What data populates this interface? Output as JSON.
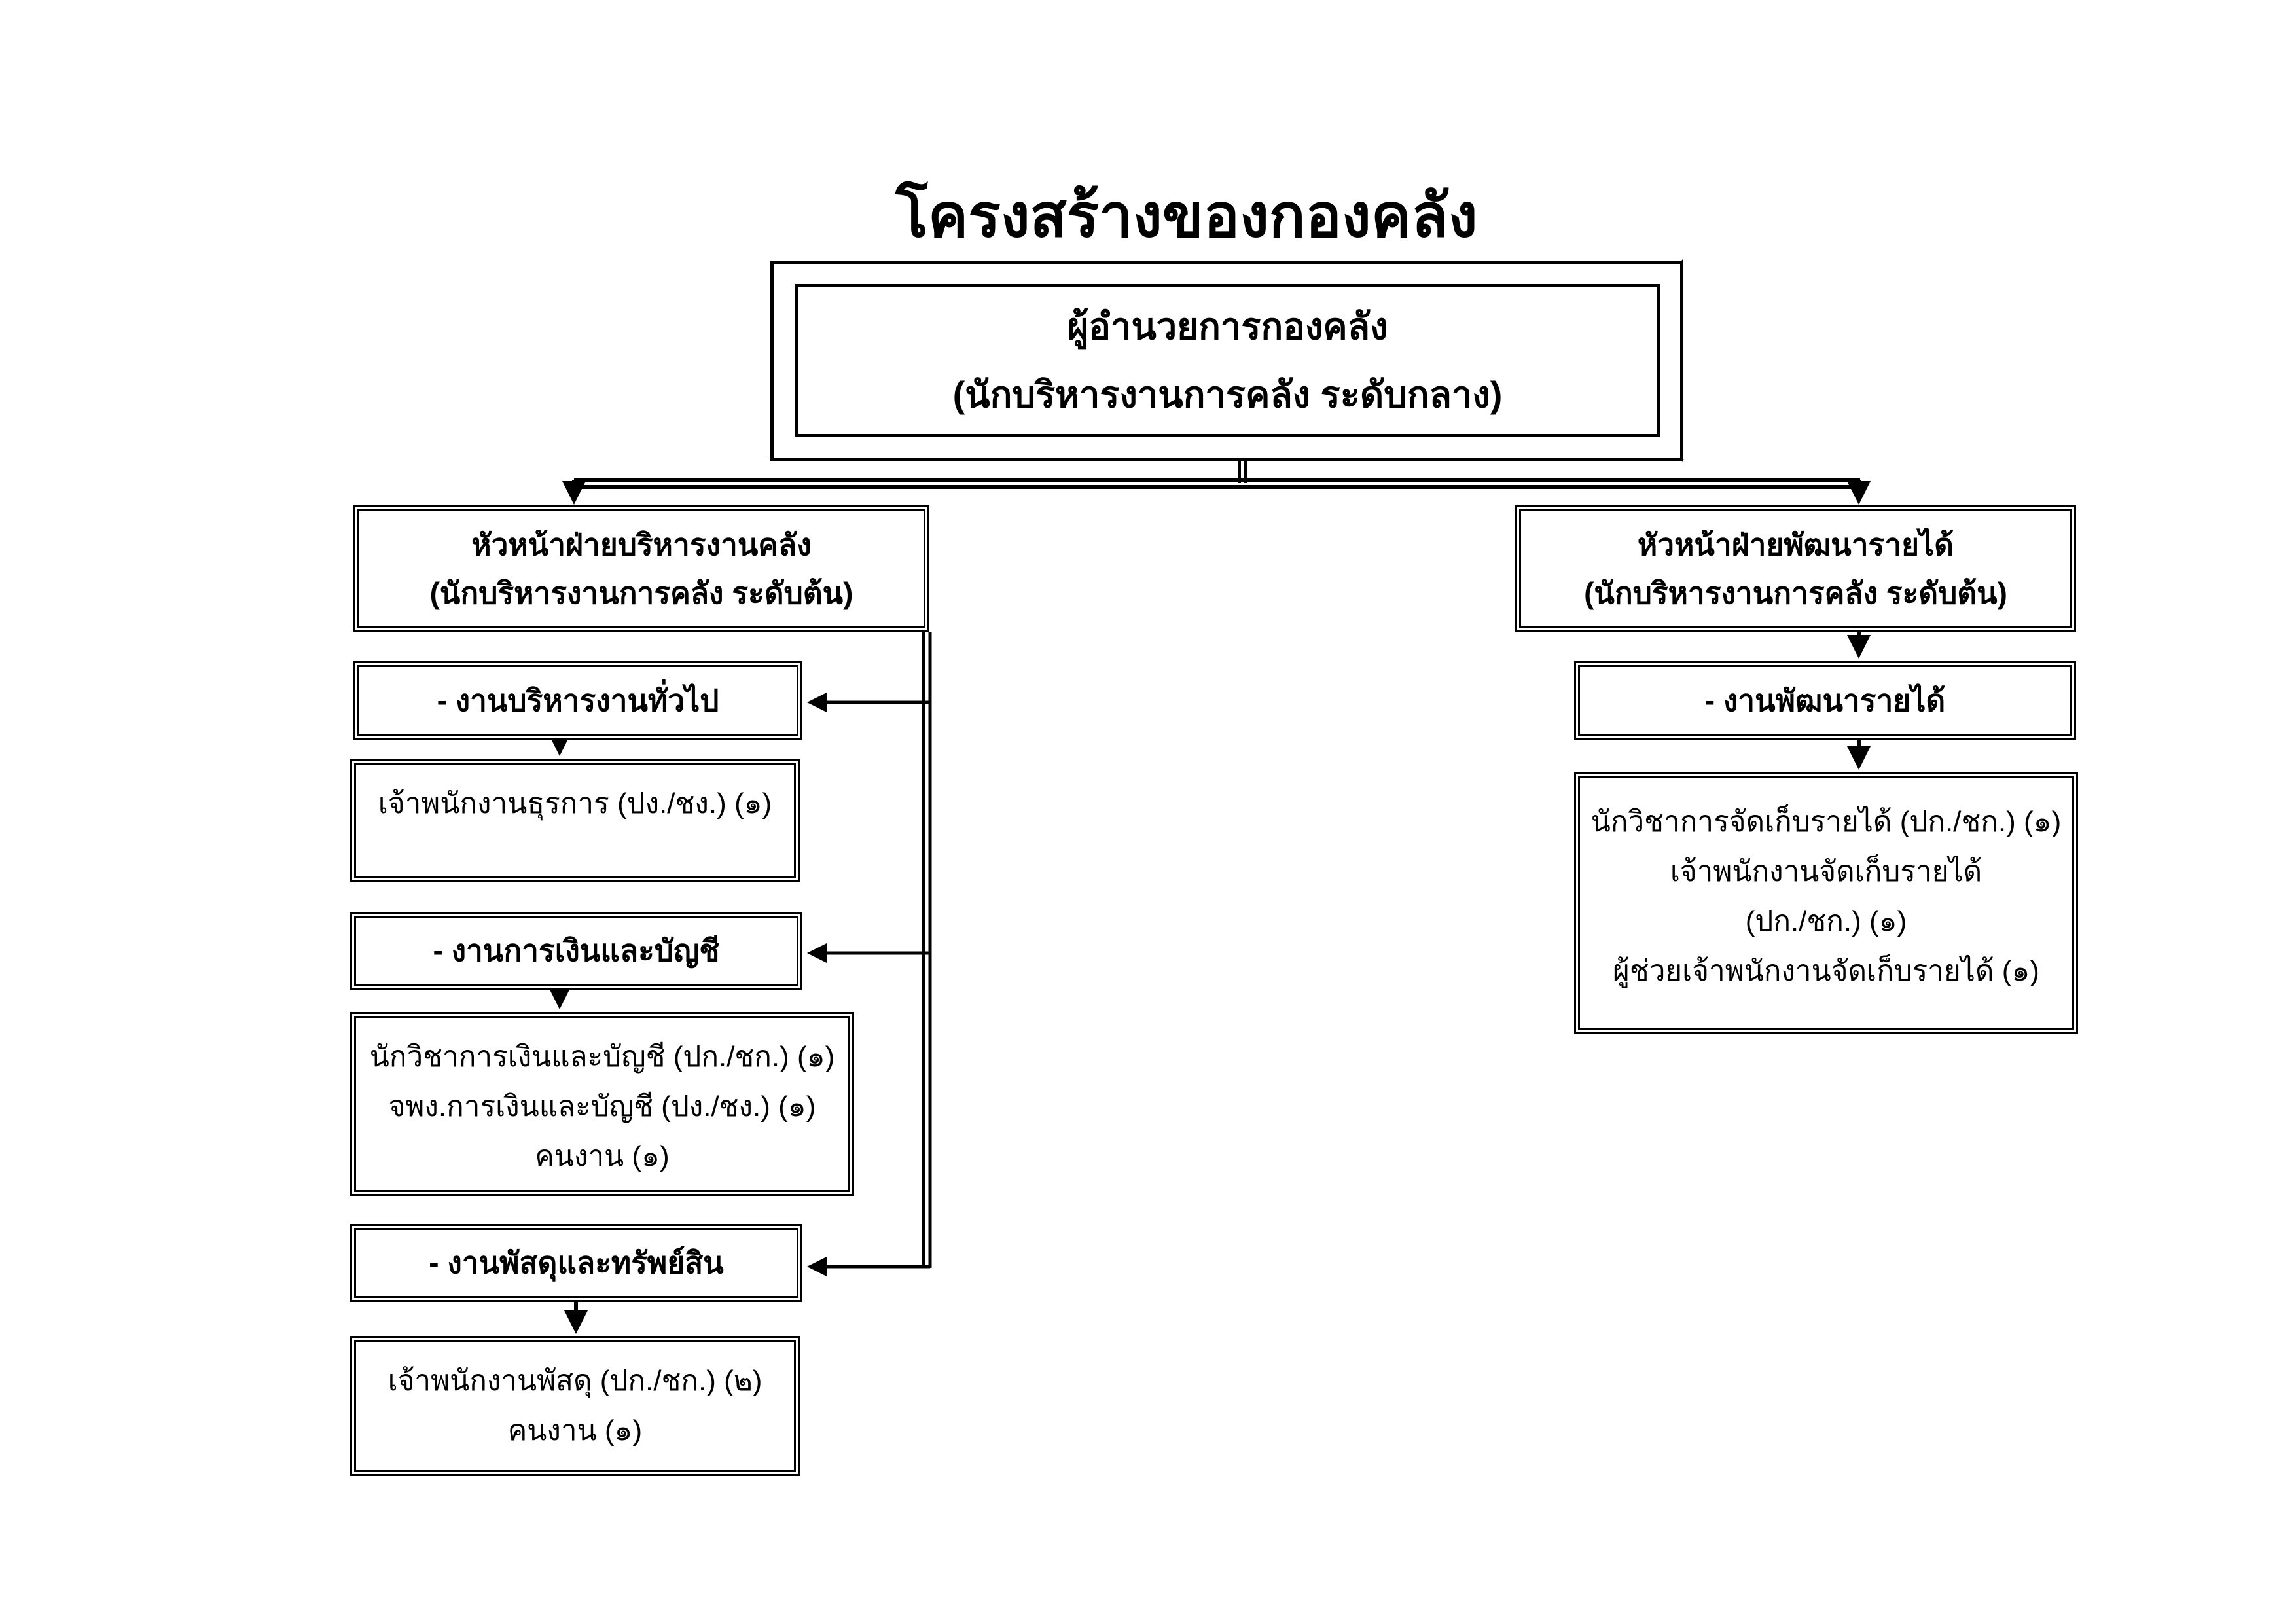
{
  "title": "โครงสร้างของกองคลัง",
  "director": {
    "line1": "ผู้อำนวยการกองคลัง",
    "line2": "(นักบริหารงานการคลัง ระดับกลาง)"
  },
  "left_division": {
    "head": {
      "line1": "หัวหน้าฝ่ายบริหารงานคลัง",
      "line2": "(นักบริหารงานการคลัง ระดับต้น)"
    },
    "units": [
      {
        "name": "- งานบริหารงานทั่วไป",
        "staff": [
          "เจ้าพนักงานธุรการ (ปง./ชง.) (๑)"
        ]
      },
      {
        "name": "- งานการเงินและบัญชี",
        "staff": [
          "นักวิชาการเงินและบัญชี (ปก./ชก.) (๑)",
          "จพง.การเงินและบัญชี (ปง./ชง.) (๑)",
          "คนงาน (๑)"
        ]
      },
      {
        "name": "- งานพัสดุและทรัพย์สิน",
        "staff": [
          "เจ้าพนักงานพัสดุ (ปก./ชก.) (๒)",
          "คนงาน (๑)"
        ]
      }
    ]
  },
  "right_division": {
    "head": {
      "line1": "หัวหน้าฝ่ายพัฒนารายได้",
      "line2": "(นักบริหารงานการคลัง ระดับต้น)"
    },
    "units": [
      {
        "name": "- งานพัฒนารายได้",
        "staff": [
          "นักวิชาการจัดเก็บรายได้ (ปก./ชก.) (๑)",
          "เจ้าพนักงานจัดเก็บรายได้",
          "(ปก./ชก.) (๑)",
          "ผู้ช่วยเจ้าพนักงานจัดเก็บรายได้ (๑)"
        ]
      }
    ]
  },
  "colors": {
    "bevel_right": "#999999",
    "bevel_bottom": "#cccccc"
  }
}
